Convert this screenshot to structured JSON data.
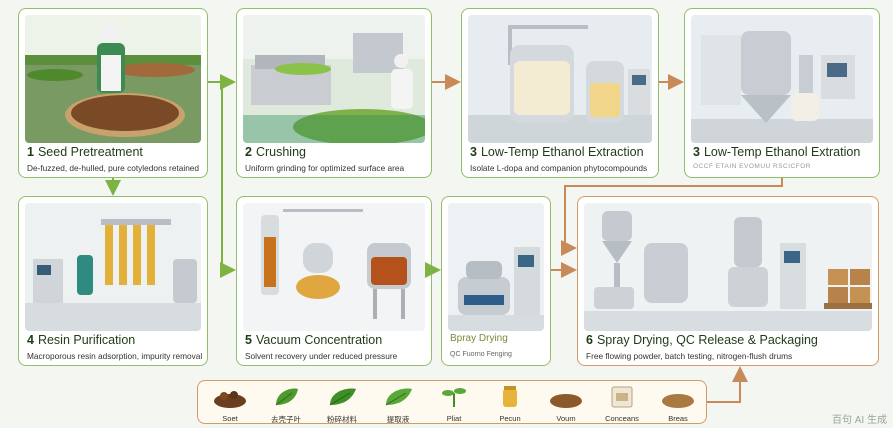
{
  "steps": [
    {
      "num": "1",
      "title": "Seed Pretreatment",
      "sub": "De-fuzzed, de-hulled, pure cotyledons retained"
    },
    {
      "num": "2",
      "title": "Crushing",
      "sub": "Uniform grinding for optimized surface area"
    },
    {
      "num": "3",
      "title": "Low-Temp Ethanol Extraction",
      "sub": "Isolate L-dopa and companion phytocompounds"
    },
    {
      "num": "3",
      "title": "Low-Temp Ethanol Extration",
      "sub": "OCCF ETAIN EVOMUU RSCICFOR"
    },
    {
      "num": "4",
      "title": "Resin Purification",
      "sub": "Macroporous resin adsorption, impurity removal"
    },
    {
      "num": "5",
      "title": "Vacuum Concentration",
      "sub": "Solvent recovery under reduced pressure"
    },
    {
      "num": "",
      "title": "Bpray Drying",
      "sub": "QC Fuorno Fenging"
    },
    {
      "num": "6",
      "title": "Spray Drying, QC Release & Packaging",
      "sub": "Free flowing powder, batch testing, nitrogen-flush drums"
    }
  ],
  "strip": [
    {
      "label": "Soet",
      "icon": "seed-pile-icon"
    },
    {
      "label": "去壳子叶",
      "icon": "leaf-icon"
    },
    {
      "label": "粉碎材料",
      "icon": "leaf-icon"
    },
    {
      "label": "提取液",
      "icon": "leaf-icon"
    },
    {
      "label": "Pliat",
      "icon": "sprout-icon"
    },
    {
      "label": "Pecun",
      "icon": "jar-icon"
    },
    {
      "label": "Voum",
      "icon": "powder-pile-icon"
    },
    {
      "label": "Conceans",
      "icon": "bag-icon"
    },
    {
      "label": "Breas",
      "icon": "powder-pile-icon"
    }
  ],
  "watermark": "百句 AI 生成",
  "colors": {
    "green": "#8fbf6a",
    "brown": "#d39a6a",
    "arrow_green": "#7cb342",
    "arrow_brown": "#c98a5a"
  }
}
